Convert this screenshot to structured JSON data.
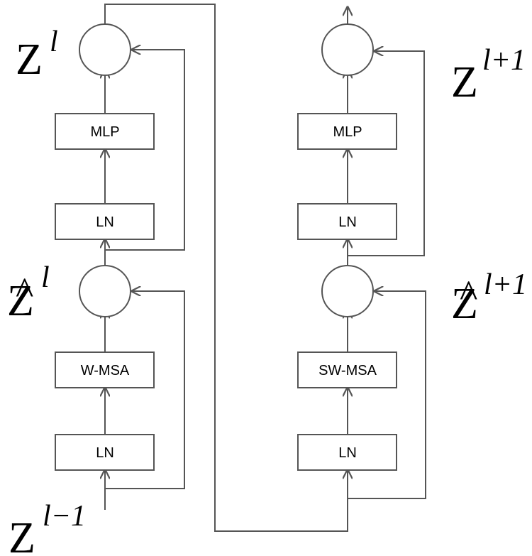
{
  "left_column": {
    "ln_bottom": "LN",
    "attention": "W-MSA",
    "ln_top": "LN",
    "mlp": "MLP"
  },
  "right_column": {
    "ln_bottom": "LN",
    "attention": "SW-MSA",
    "ln_top": "LN",
    "mlp": "MLP"
  },
  "labels": {
    "z_l": {
      "base": "Z",
      "sup": "l"
    },
    "zhat_l": {
      "base": "Z",
      "hat": "^",
      "sup": "l"
    },
    "z_l_minus_1": {
      "base": "Z",
      "sup": "l−1"
    },
    "z_l_plus_1": {
      "base": "Z",
      "sup": "l+1"
    },
    "zhat_l_plus_1": {
      "base": "Z",
      "hat": "^",
      "sup": "l+1"
    }
  },
  "colors": {
    "line": "#555555",
    "text": "#000000"
  }
}
